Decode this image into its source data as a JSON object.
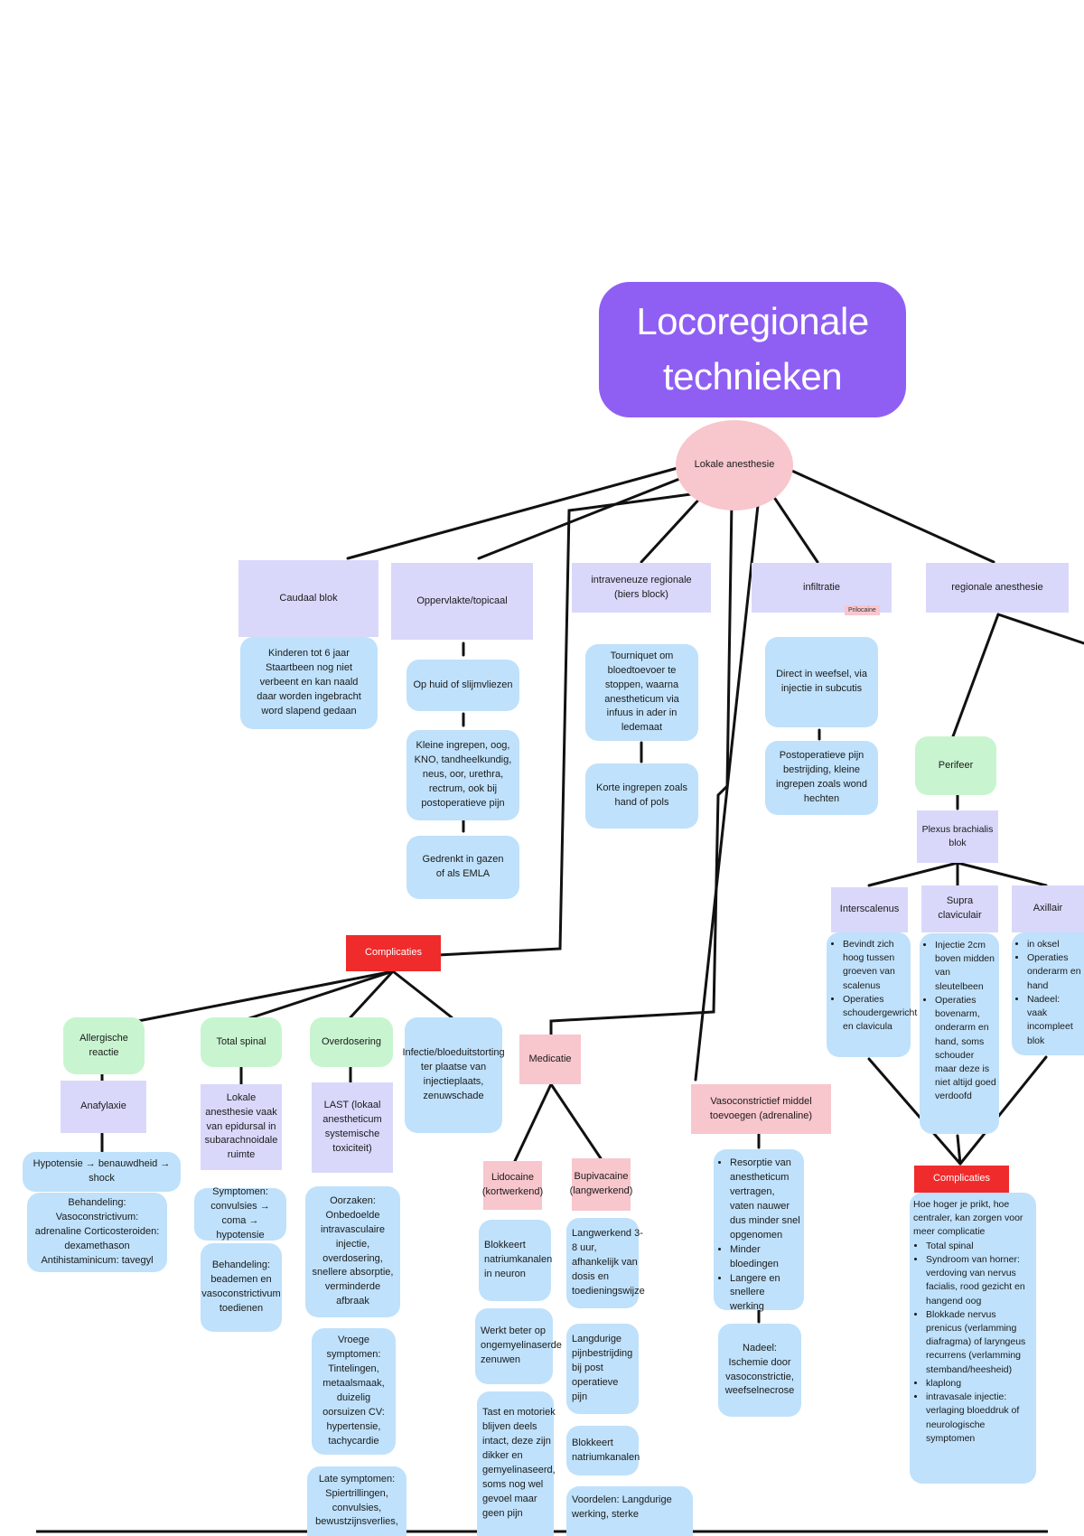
{
  "title": "Locoregionale technieken",
  "root": "Lokale anesthesie",
  "categories": {
    "caudaal": "Caudaal blok",
    "oppervlakte": "Oppervlakte/topicaal",
    "intraveneus": "intraveneuze regionale (biers block)",
    "infiltratie": "infiltratie",
    "infiltratie_tag": "Prilocaine",
    "regionale": "regionale anesthesie"
  },
  "caudaal_info": "Kinderen tot 6 jaar Staartbeen nog niet verbeent en kan naald daar worden ingebracht word slapend gedaan",
  "oppervlakte_items": [
    "Op huid of slijmvliezen",
    "Kleine ingrepen, oog, KNO, tandheelkundig, neus, oor, urethra, rectrum, ook bij postoperatieve pijn",
    "Gedrenkt in gazen of als EMLA"
  ],
  "intraveneus_items": [
    "Tourniquet om bloedtoevoer te stoppen, waarna anestheticum via infuus in ader in ledemaat",
    "Korte ingrepen zoals hand of pols"
  ],
  "infiltratie_items": [
    "Direct in weefsel, via injectie in subcutis",
    "Postoperatieve pijn bestrijding, kleine ingrepen zoals wond hechten"
  ],
  "regionale_branch": {
    "perifeer": "Perifeer",
    "plexus": "Plexus brachialis blok",
    "interscalenus": {
      "label": "Interscalenus",
      "bullets": [
        "Bevindt zich hoog tussen groeven van scalenus",
        "Operaties schoudergewricht en clavicula"
      ]
    },
    "supra": {
      "label": "Supra claviculair",
      "bullets": [
        "Injectie 2cm boven midden van sleutelbeen",
        "Operaties bovenarm, onderarm en hand, soms schouder maar deze is niet altijd goed verdoofd"
      ]
    },
    "axillair": {
      "label": "Axillair",
      "bullets": [
        "in oksel",
        "Operaties onderarm en hand",
        "Nadeel: vaak incompleet blok"
      ]
    },
    "complicaties_label": "Complicaties",
    "complicaties_intro": "Hoe hoger je prikt, hoe centraler, kan zorgen voor meer complicatie",
    "complicaties_bullets": [
      "Total spinal",
      "Syndroom van horner: verdoving van nervus facialis, rood gezicht en hangend oog",
      "Blokkade nervus prenicus (verlamming diafragma) of laryngeus recurrens (verlamming stemband/heesheid)",
      "klaplong",
      "intravasale injectie: verlaging bloeddruk of neurologische symptomen"
    ]
  },
  "complicaties": {
    "label": "Complicaties",
    "allergisch": "Allergische reactie",
    "anafylaxie": "Anafylaxie",
    "anafylaxie_text": "Hypotensie → benauwdheid → shock",
    "anafylaxie_treatment": "Behandeling: Vasoconstrictivum: adrenaline Corticosteroiden: dexamethason Antihistaminicum: tavegyl",
    "total_spinal": "Total spinal",
    "total_spinal_text": "Lokale anesthesie vaak van epidursal in subarachnoidale ruimte",
    "total_spinal_symptomen": "Symptomen: convulsies → coma → hypotensie",
    "total_spinal_behandeling": "Behandeling: beademen en vasoconstrictivum toedienen",
    "overdosering": "Overdosering",
    "last": "LAST (lokaal anestheticum systemische toxiciteit)",
    "oorzaken": "Oorzaken: Onbedoelde intravasculaire injectie, overdosering, snellere absorptie, verminderde afbraak",
    "vroege": "Vroege symptomen: Tintelingen, metaalsmaak, duizelig oorsuizen CV: hypertensie, tachycardie",
    "late": "Late symptomen: Spiertrillingen, convulsies, bewustzijnsverlies,",
    "infectie": "Infectie/bloeduitstorting ter plaatse van injectieplaats, zenuwschade"
  },
  "medicatie": {
    "label": "Medicatie",
    "lidocaine": "Lidocaine (kortwerkend)",
    "lidocaine_items": [
      "Blokkeert natriumkanalen in neuron",
      "Werkt beter op ongemyelinaserde zenuwen",
      "Tast en motoriek blijven deels intact, deze zijn dikker en gemyelinaseerd, soms nog wel gevoel maar geen pijn"
    ],
    "bupivacaine": "Bupivacaine (langwerkend)",
    "bupivacaine_items": [
      "Langwerkend 3-8 uur, afhankelijk van dosis en toedieningswijze",
      "Langdurige pijnbestrijding bij post operatieve pijn",
      "Blokkeert natriumkanalen",
      "Voordelen: Langdurige werking, sterke"
    ]
  },
  "vasoconstrictief": {
    "label": "Vasoconstrictief middel toevoegen (adrenaline)",
    "bullets": [
      "Resorptie van anestheticum vertragen, vaten nauwer dus minder snel opgenomen",
      "Minder bloedingen",
      "Langere en snellere werking"
    ],
    "nadeel": "Nadeel: Ischemie door vasoconstrictie, weefselnecrose"
  },
  "colors": {
    "title": "#8f5ff4",
    "root": "#f8c6cd",
    "category": "#d9d8fb",
    "detail": "#bfe1fb",
    "branch": "#c8f5cf",
    "complication": "#f02b2b"
  }
}
